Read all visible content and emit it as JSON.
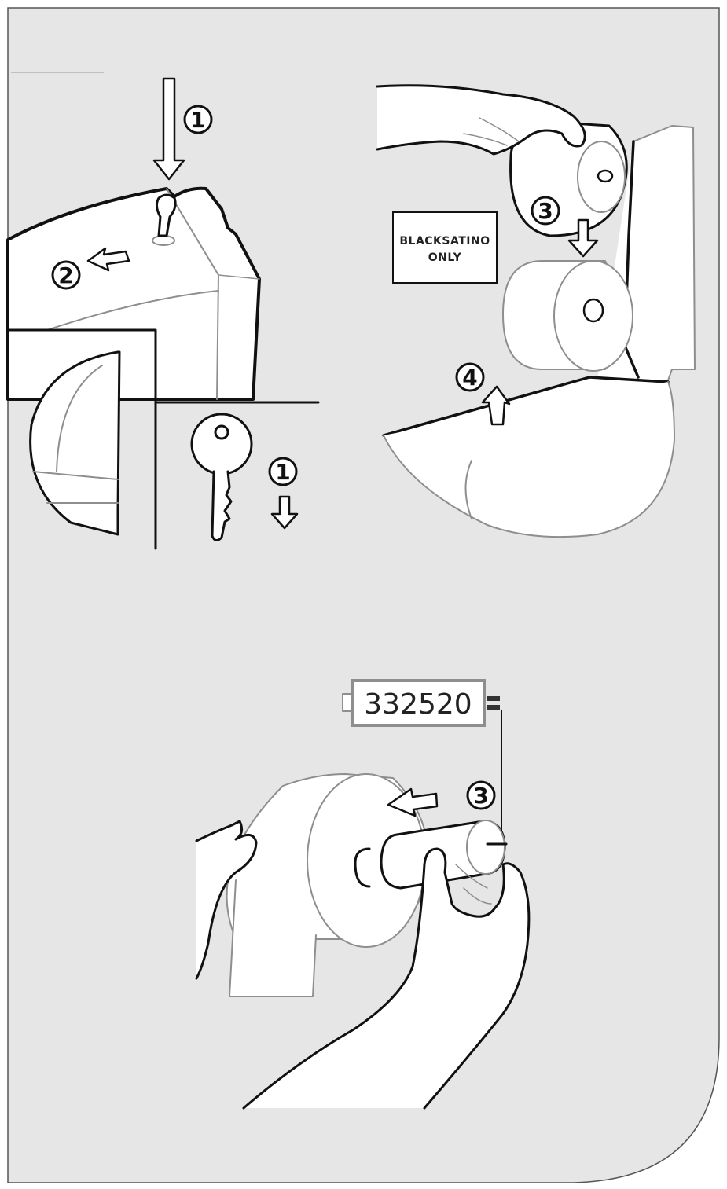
{
  "colors": {
    "background": "#e6e6e6",
    "ink": "#111111",
    "soft_line": "#8e8e8e",
    "paper": "#ffffff"
  },
  "step_markers": {
    "step1_top": "1",
    "step2": "2",
    "step1_key": "1",
    "step3_dispenser": "3",
    "step4": "4",
    "step3_spindle": "3"
  },
  "label": {
    "line1": "BLACKSATINO",
    "line2": "ONLY"
  },
  "part_number": "332520"
}
